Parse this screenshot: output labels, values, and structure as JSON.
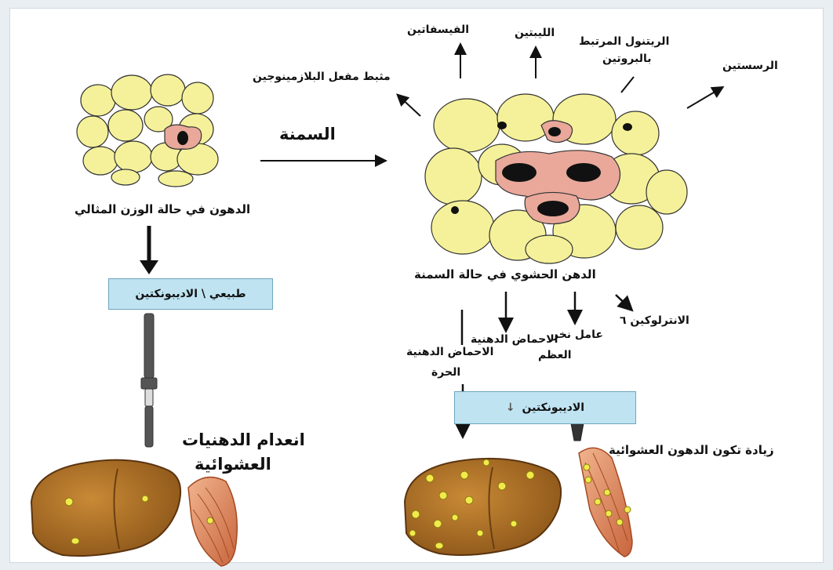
{
  "labels": {
    "normal_fat": "الدهون في حالة الوزن المثالي",
    "obesity": "السمنة",
    "visceral_fat": "الدهن الحشوي في حالة السمنة",
    "visfatin": "الفيسفاتين",
    "leptin": "الليبتين",
    "retinol_line1": "الريتنول المرتبط",
    "retinol_line2": "بالبروتين",
    "resistin": "الرسستين",
    "pai": "مثبط مفعل البلازمينوجين",
    "fatty_acids_line1": "الاحماض الدهنية",
    "fatty_acids_line2": "الحرة",
    "acids": "الاحماض الدهنية",
    "tnf_line1": "عامل نخر",
    "tnf_line2": "العظم",
    "il6": "الانترلوكين ٦",
    "adiponectin_normal": "طبيعي \\ الاديبونكتين",
    "adiponectin_low": "الاديبونكتين",
    "adiponectin_low_arrow": "↓",
    "no_lipids_line1": "انعدام الدهنيات",
    "no_lipids_line2": "العشوائية",
    "more_lipids": "زيادة تكون الدهون العشوائية"
  },
  "colors": {
    "fat_cell": "#f5f19a",
    "nucleus_tissue": "#e9a89a",
    "liver": "#b87a2a",
    "muscle": "#e7a07a",
    "box": "#bfe3f1"
  }
}
